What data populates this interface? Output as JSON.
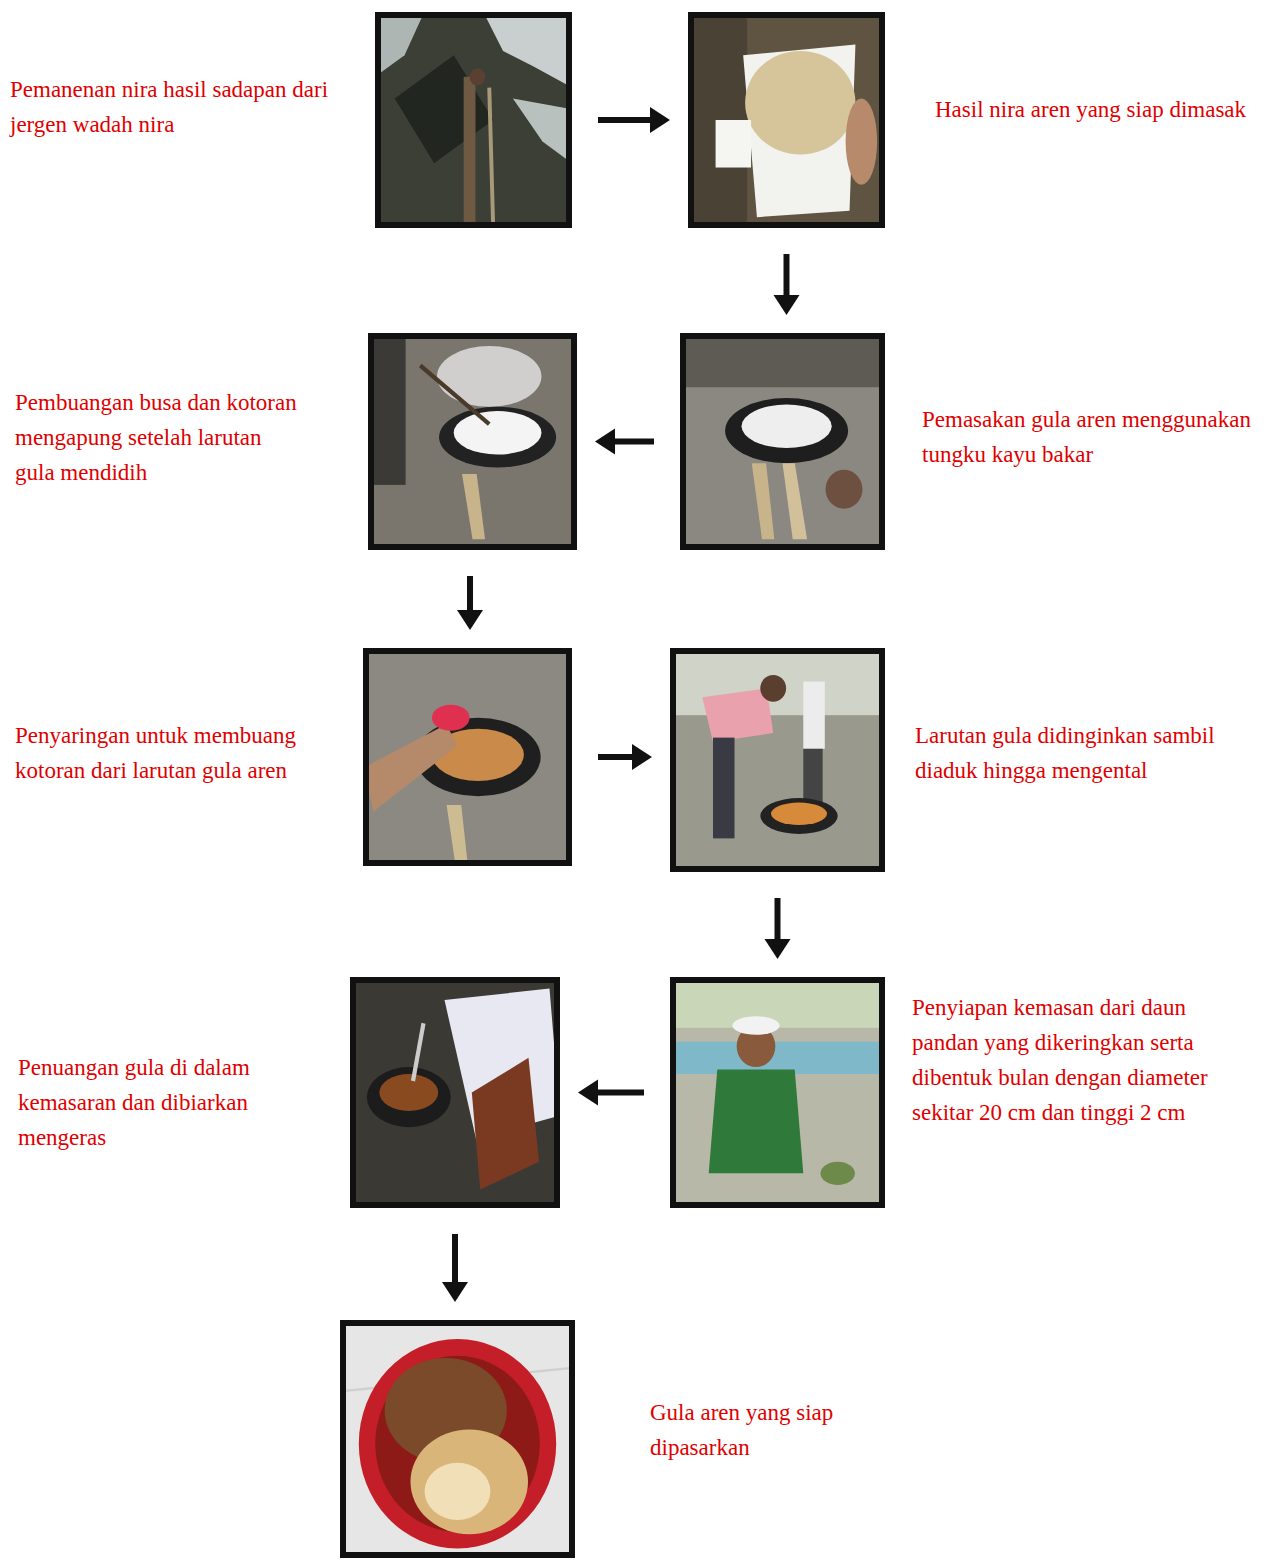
{
  "diagram": {
    "nodes": [
      {
        "text": [
          "Pemanenan nira hasil sadapan dari jergen wadah nira"
        ]
      },
      {
        "text": [
          "Hasil nira aren yang siap dimasak"
        ]
      },
      {
        "text": [
          "Pemasakan gula aren menggunakan tungku kayu bakar"
        ]
      },
      {
        "text": [
          "Pembuangan busa dan kotoran mengapung setelah larutan gula mendidih"
        ]
      },
      {
        "text": [
          "Penyaringan untuk membuang kotoran dari larutan gula aren"
        ]
      },
      {
        "text": [
          "Larutan gula didinginkan sambil diaduk hingga mengental"
        ]
      },
      {
        "text": [
          "Penyiapan kemasan dari daun pandan yang dikeringkan serta dibentuk bulan dengan diameter sekitar 20 cm dan tinggi 2 cm"
        ]
      },
      {
        "text": [
          "Penuangan gula di dalam kemasaran dan dibiarkan mengeras"
        ]
      },
      {
        "text": [
          "Gula aren yang siap dipasarkan"
        ]
      }
    ],
    "edges": [
      {
        "from": 0,
        "to": 1,
        "arrow": "to"
      },
      {
        "from": 1,
        "to": 2,
        "arrow": "to"
      },
      {
        "from": 2,
        "to": 3,
        "arrow": "to"
      },
      {
        "from": 3,
        "to": 4,
        "arrow": "to"
      },
      {
        "from": 4,
        "to": 5,
        "arrow": "to"
      },
      {
        "from": 5,
        "to": 6,
        "arrow": "to"
      },
      {
        "from": 6,
        "to": 7,
        "arrow": "to"
      },
      {
        "from": 7,
        "to": 8,
        "arrow": "to"
      }
    ]
  }
}
